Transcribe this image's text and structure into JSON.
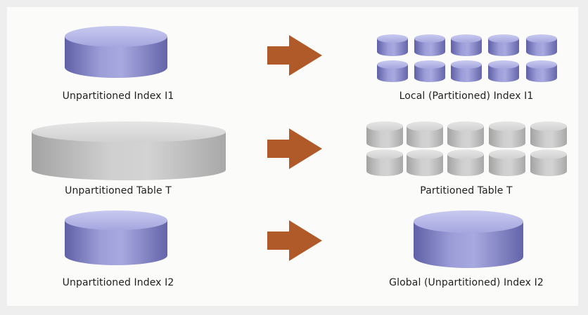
{
  "diagram": {
    "rows": [
      {
        "source_label": "Unpartitioned Index I1",
        "source_kind": "index",
        "target_label": "Local (Partitioned) Index I1",
        "target_kind": "index",
        "target_partitions": 10
      },
      {
        "source_label": "Unpartitioned Table T",
        "source_kind": "table",
        "target_label": "Partitioned Table T",
        "target_kind": "table",
        "target_partitions": 10
      },
      {
        "source_label": "Unpartitioned Index I2",
        "source_kind": "index",
        "target_label": "Global (Unpartitioned) Index I2",
        "target_kind": "index",
        "target_partitions": 1
      }
    ],
    "colors": {
      "index_body": "#8e8fcf",
      "index_dark": "#6a6bae",
      "index_top": "#b9bae8",
      "table_body": "#c4c4c4",
      "table_dark": "#a9a9a9",
      "table_top": "#dcdcdc",
      "arrow": "#b05a2a",
      "background": "#fbfbf9"
    }
  }
}
